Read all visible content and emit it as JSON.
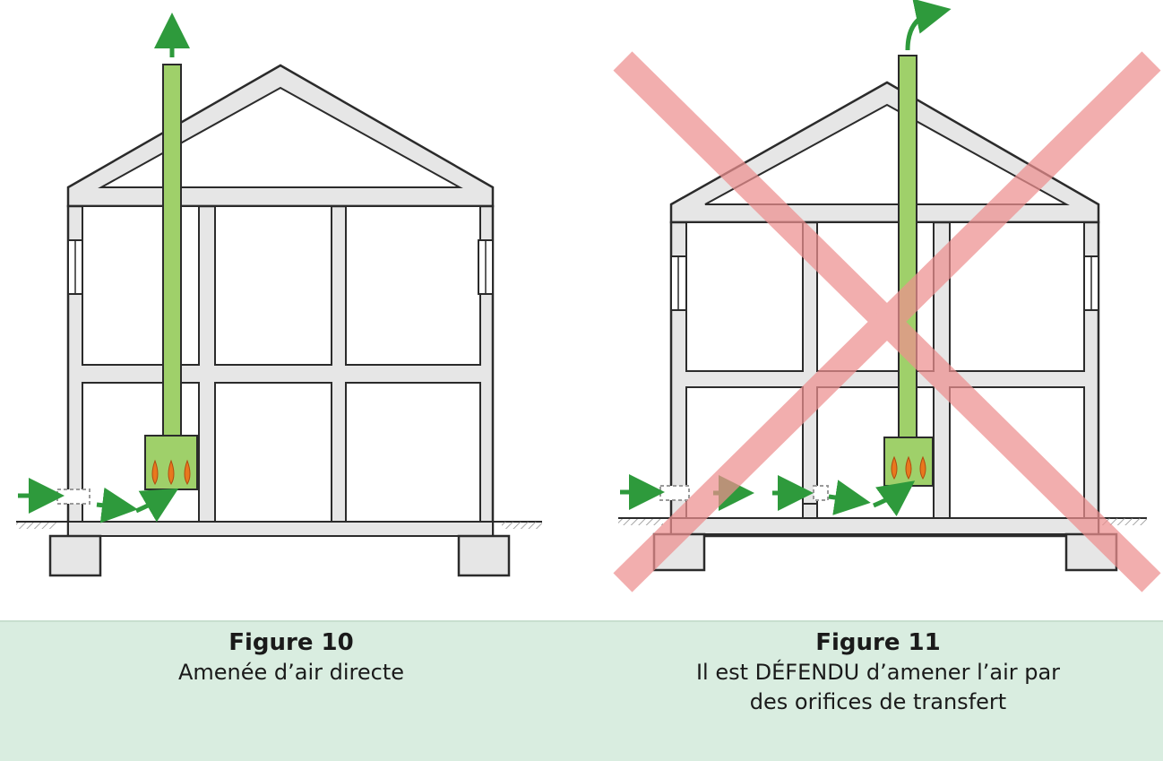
{
  "figures": [
    {
      "id": "figure-10",
      "title": "Figure 10",
      "caption": "Amenée d’air directe"
    },
    {
      "id": "figure-11",
      "title": "Figure 11",
      "caption_line1": "Il est DÉFENDU d’amener l’air par",
      "caption_line2": "des orifices de transfert",
      "forbidden": true
    }
  ],
  "colors": {
    "wall_fill": "#e6e6e6",
    "wall_stroke": "#2b2b2b",
    "flue": "#9fd06a",
    "arrow": "#2e9a3c",
    "flame": "#e8781e",
    "cross": "#ee8f8f",
    "caption_band": "#d9ede0",
    "frame": "#b9dcc4"
  }
}
